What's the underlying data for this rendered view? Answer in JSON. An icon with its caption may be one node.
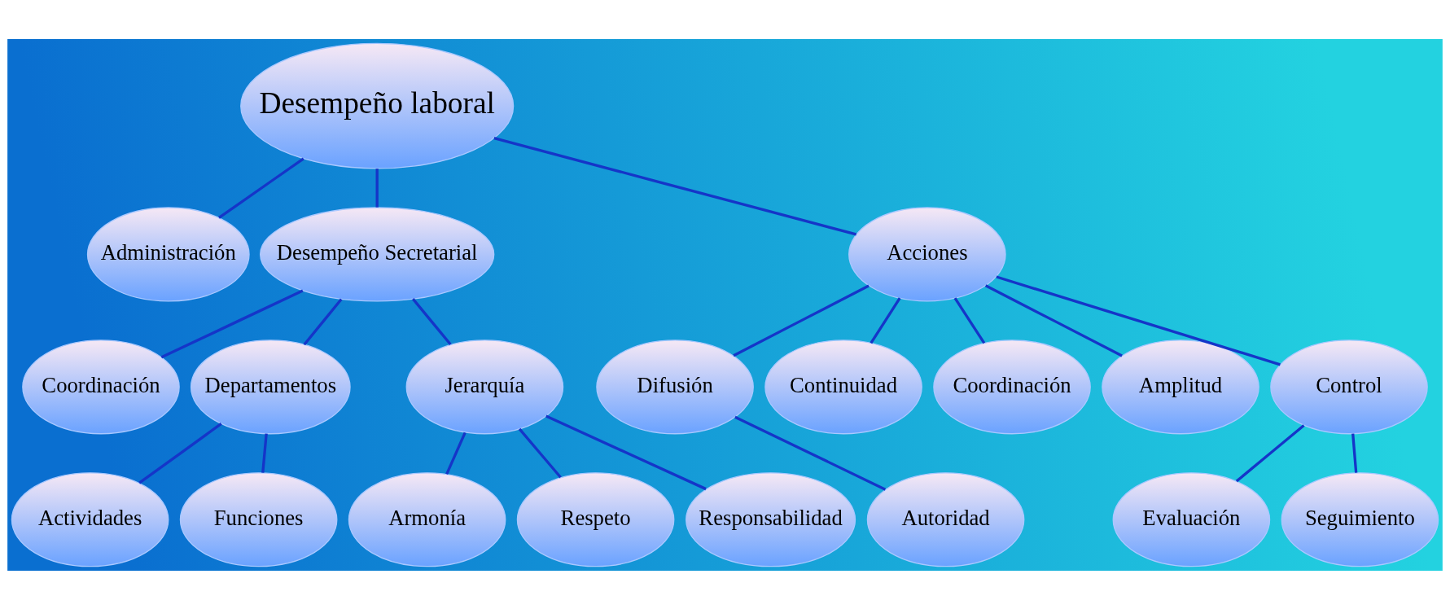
{
  "diagram": {
    "nodes": [
      {
        "text": [
          "Desempeño laboral"
        ]
      },
      {
        "text": [
          "Administración"
        ]
      },
      {
        "text": [
          "Desempeño Secretarial"
        ]
      },
      {
        "text": [
          "Coordinación"
        ]
      },
      {
        "text": [
          "Departamentos"
        ]
      },
      {
        "text": [
          "Actividades"
        ]
      },
      {
        "text": [
          "Funciones"
        ]
      },
      {
        "text": [
          "Jerarquía"
        ]
      },
      {
        "text": [
          "Armonía"
        ]
      },
      {
        "text": [
          "Respeto"
        ]
      },
      {
        "text": [
          "Responsabilidad"
        ]
      },
      {
        "text": [
          "Acciones"
        ]
      },
      {
        "text": [
          "Difusión"
        ]
      },
      {
        "text": [
          "Autoridad"
        ]
      },
      {
        "text": [
          "Continuidad"
        ]
      },
      {
        "text": [
          "Coordinación"
        ]
      },
      {
        "text": [
          "Amplitud"
        ]
      },
      {
        "text": [
          "Control"
        ]
      },
      {
        "text": [
          "Evaluación"
        ]
      },
      {
        "text": [
          "Seguimiento"
        ]
      }
    ],
    "edges": [
      {
        "from": 0,
        "to": 1,
        "arrow": "none"
      },
      {
        "from": 0,
        "to": 2,
        "arrow": "none"
      },
      {
        "from": 0,
        "to": 11,
        "arrow": "none"
      },
      {
        "from": 2,
        "to": 3,
        "arrow": "none"
      },
      {
        "from": 2,
        "to": 4,
        "arrow": "none"
      },
      {
        "from": 2,
        "to": 7,
        "arrow": "none"
      },
      {
        "from": 4,
        "to": 5,
        "arrow": "none"
      },
      {
        "from": 4,
        "to": 6,
        "arrow": "none"
      },
      {
        "from": 7,
        "to": 8,
        "arrow": "none"
      },
      {
        "from": 7,
        "to": 9,
        "arrow": "none"
      },
      {
        "from": 7,
        "to": 10,
        "arrow": "none"
      },
      {
        "from": 11,
        "to": 12,
        "arrow": "none"
      },
      {
        "from": 12,
        "to": 13,
        "arrow": "none"
      },
      {
        "from": 11,
        "to": 14,
        "arrow": "none"
      },
      {
        "from": 11,
        "to": 15,
        "arrow": "none"
      },
      {
        "from": 11,
        "to": 16,
        "arrow": "none"
      },
      {
        "from": 11,
        "to": 17,
        "arrow": "none"
      },
      {
        "from": 17,
        "to": 18,
        "arrow": "none"
      },
      {
        "from": 17,
        "to": 19,
        "arrow": "none"
      }
    ]
  }
}
